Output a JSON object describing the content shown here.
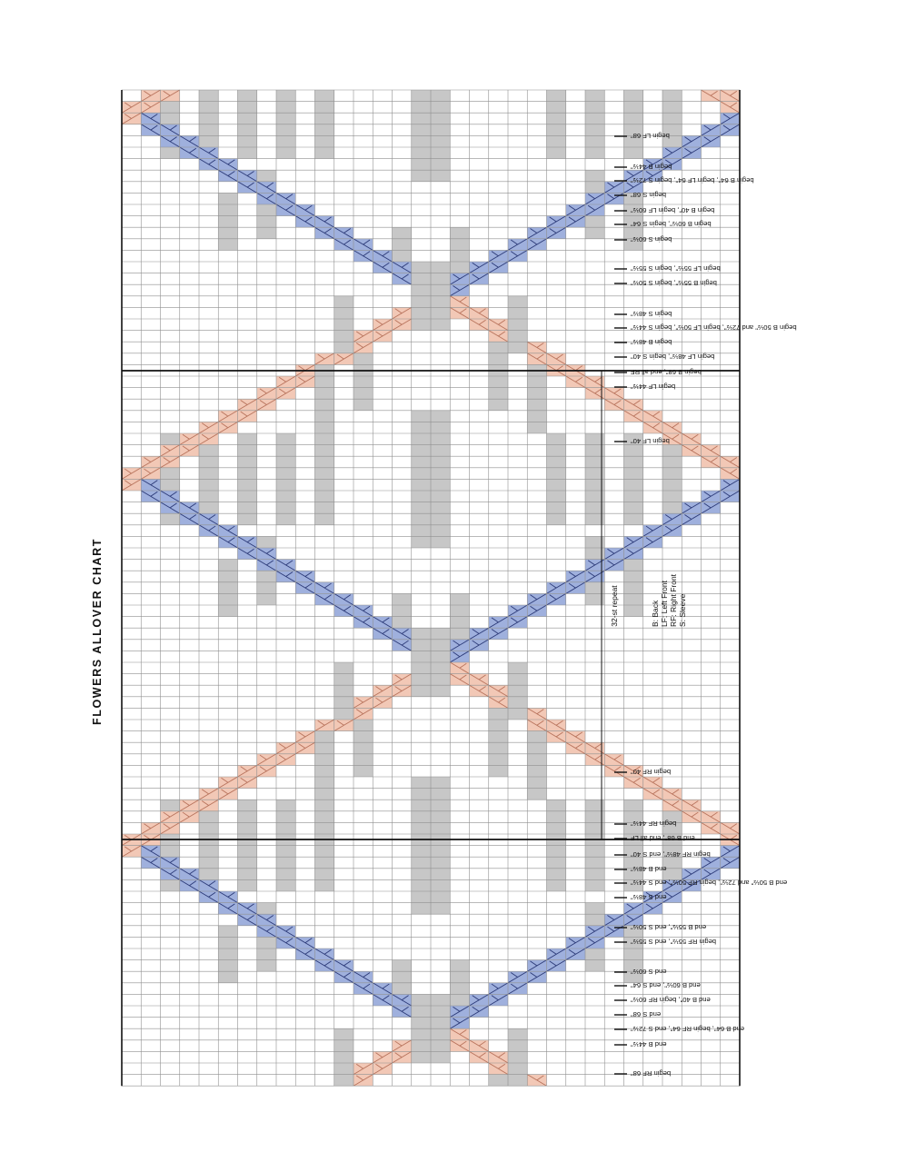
{
  "title": "FLOWERS ALLOVER CHART",
  "repeat_label": "32-st repeat",
  "legend": [
    "B: Back",
    "LF: Left Front",
    "RF: Right Front",
    "S: Sleeve"
  ],
  "colors": {
    "grid_line": "#8f8f8f",
    "grid_bg": "#ffffff",
    "gray_stitch": "#c7c7c7",
    "pink_stitch": "#f2c8b6",
    "pink_line": "#b8735c",
    "blue_stitch": "#9fb0dd",
    "blue_line": "#2c3a78",
    "border": "#111111"
  },
  "chart_data": {
    "type": "knitting-chart",
    "columns": 32,
    "rows": 87,
    "repeat_rows": 32,
    "annotations": [
      "begin LF 68\"",
      "begin B 44½\"",
      "begin B 64\", begin LF 64\", begin S 72½\"",
      "begin S 68\"",
      "begin B 40\", begin LF 60½\"",
      "begin B 60½\", begin S 64\"",
      "begin S 60½\"",
      "begin LF 55½\", begin S 55½\"",
      "begin B 55½\", begin S 50½\"",
      "begin S 48½\"",
      "begin B 50½\" and 72½\", begin LF 50½\", begin S 44½\"",
      "begin B 48½\"",
      "begin LF 48½\", begin S 40\"",
      "begin B 68\", end all RF",
      "begin LF 44½\"",
      "begin LF 40\"",
      "begin RF 40\"",
      "begin RF 44½\"",
      "end B 68\", end all LF",
      "begin RF 48½\", end S 40\"",
      "end B 48½\"",
      "end B 50½\" and 72½\", begin RF 50½\", end S 44½\"",
      "end S 48½\"",
      "end B 55½\", end S 50½\"",
      "begin RF 55½\", end S 55½\"",
      "end S 60½\"",
      "end B 60½\", end S 64\"",
      "end B 40\", begin RF 60½\"",
      "end S 68\"",
      "end B 64\", begin RF 64\", end S 72½\"",
      "end B 44½\"",
      "begin RF 68\""
    ]
  }
}
